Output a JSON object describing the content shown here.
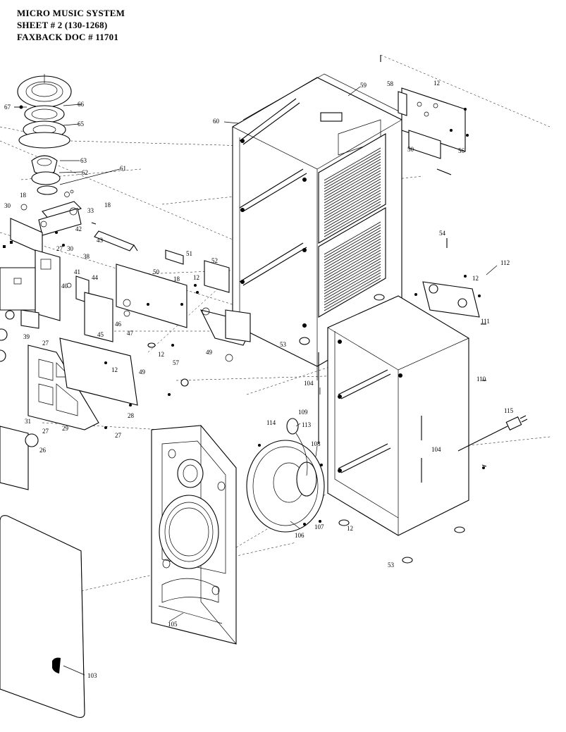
{
  "header": {
    "line1": "MICRO MUSIC SYSTEM",
    "line2": "SHEET # 2  (130-1268)",
    "line3": "FAXBACK DOC # 11701"
  },
  "callouts": [
    {
      "id": "c67",
      "text": "67"
    },
    {
      "id": "c66",
      "text": "66"
    },
    {
      "id": "c65",
      "text": "65"
    },
    {
      "id": "c63",
      "text": "63"
    },
    {
      "id": "c62",
      "text": "62"
    },
    {
      "id": "c61",
      "text": "61"
    },
    {
      "id": "c18a",
      "text": "18"
    },
    {
      "id": "c18b",
      "text": "18"
    },
    {
      "id": "c30a",
      "text": "30"
    },
    {
      "id": "c33",
      "text": "33"
    },
    {
      "id": "c42",
      "text": "42"
    },
    {
      "id": "c43",
      "text": "43"
    },
    {
      "id": "c27a",
      "text": "27"
    },
    {
      "id": "c30b",
      "text": "30"
    },
    {
      "id": "c38",
      "text": "38"
    },
    {
      "id": "c41",
      "text": "41"
    },
    {
      "id": "c40",
      "text": "40"
    },
    {
      "id": "c44",
      "text": "44"
    },
    {
      "id": "c45",
      "text": "45"
    },
    {
      "id": "c46",
      "text": "46"
    },
    {
      "id": "c47",
      "text": "47"
    },
    {
      "id": "c39",
      "text": "39"
    },
    {
      "id": "c27b",
      "text": "27"
    },
    {
      "id": "c12a",
      "text": "12"
    },
    {
      "id": "c28",
      "text": "28"
    },
    {
      "id": "c29",
      "text": "29"
    },
    {
      "id": "c27c",
      "text": "27"
    },
    {
      "id": "c31",
      "text": "31"
    },
    {
      "id": "c27d",
      "text": "27"
    },
    {
      "id": "c26",
      "text": "26"
    },
    {
      "id": "c60",
      "text": "60"
    },
    {
      "id": "c59",
      "text": "59"
    },
    {
      "id": "c58",
      "text": "58"
    },
    {
      "id": "c12b",
      "text": "12"
    },
    {
      "id": "c50",
      "text": "50"
    },
    {
      "id": "c56",
      "text": "56"
    },
    {
      "id": "c51",
      "text": "51"
    },
    {
      "id": "c18c",
      "text": "18"
    },
    {
      "id": "c12c",
      "text": "12"
    },
    {
      "id": "c52",
      "text": "52"
    },
    {
      "id": "c50b",
      "text": "50"
    },
    {
      "id": "c49a",
      "text": "49"
    },
    {
      "id": "c12d",
      "text": "12"
    },
    {
      "id": "c49b",
      "text": "49"
    },
    {
      "id": "c57",
      "text": "57"
    },
    {
      "id": "c54",
      "text": "54"
    },
    {
      "id": "c53a",
      "text": "53"
    },
    {
      "id": "c12e",
      "text": "12"
    },
    {
      "id": "c112",
      "text": "112"
    },
    {
      "id": "c111",
      "text": "111"
    },
    {
      "id": "c110",
      "text": "110"
    },
    {
      "id": "c115",
      "text": "115"
    },
    {
      "id": "c104a",
      "text": "104"
    },
    {
      "id": "c104b",
      "text": "104"
    },
    {
      "id": "c109",
      "text": "109"
    },
    {
      "id": "c114",
      "text": "114"
    },
    {
      "id": "c113",
      "text": "113"
    },
    {
      "id": "c108",
      "text": "108"
    },
    {
      "id": "c107",
      "text": "107"
    },
    {
      "id": "c106",
      "text": "106"
    },
    {
      "id": "c12f",
      "text": "12"
    },
    {
      "id": "c53b",
      "text": "53"
    },
    {
      "id": "c105",
      "text": "105"
    },
    {
      "id": "c103",
      "text": "103"
    }
  ]
}
